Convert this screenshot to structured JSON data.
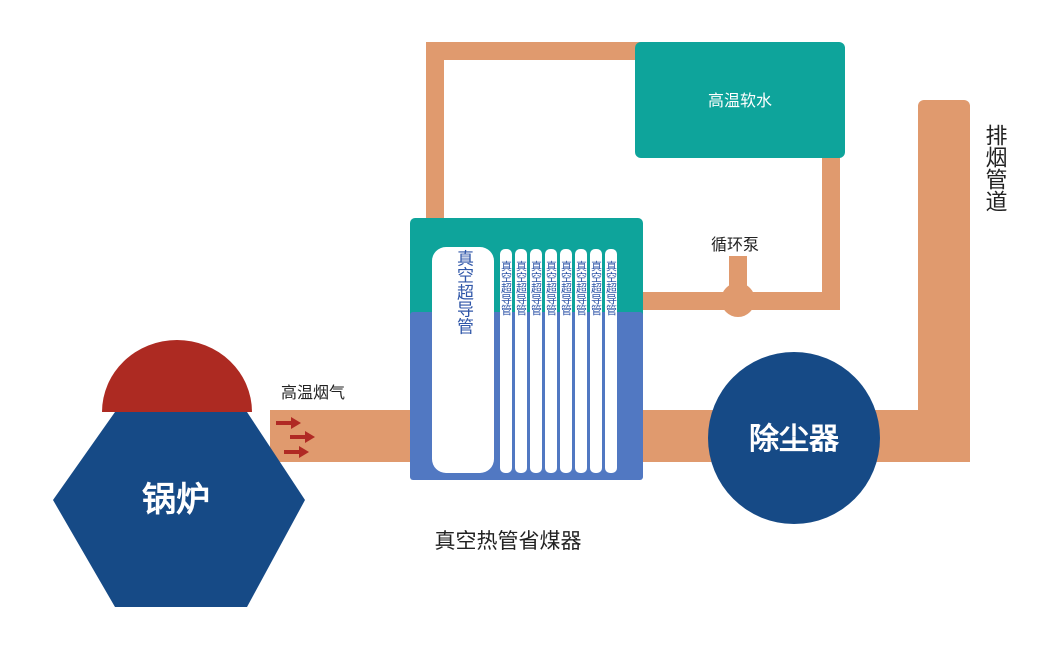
{
  "labels": {
    "boiler": "锅炉",
    "hot_flue_gas": "高温烟气",
    "economizer_title": "真空热管省煤器",
    "superconducting_tube": "真空超导管",
    "tube_small": "真空超导管",
    "circulation_pump": "循环泵",
    "hot_soft_water": "高温软水",
    "dust_collector": "除尘器",
    "chimney": "排烟管道"
  },
  "colors": {
    "pipe": "#e09a6e",
    "teal": "#0ea49b",
    "navy": "#164a86",
    "blue": "#5178c2",
    "red": "#ad2a22",
    "arrow": "#b02a24",
    "white": "#ffffff"
  },
  "small_tube_count": 8
}
